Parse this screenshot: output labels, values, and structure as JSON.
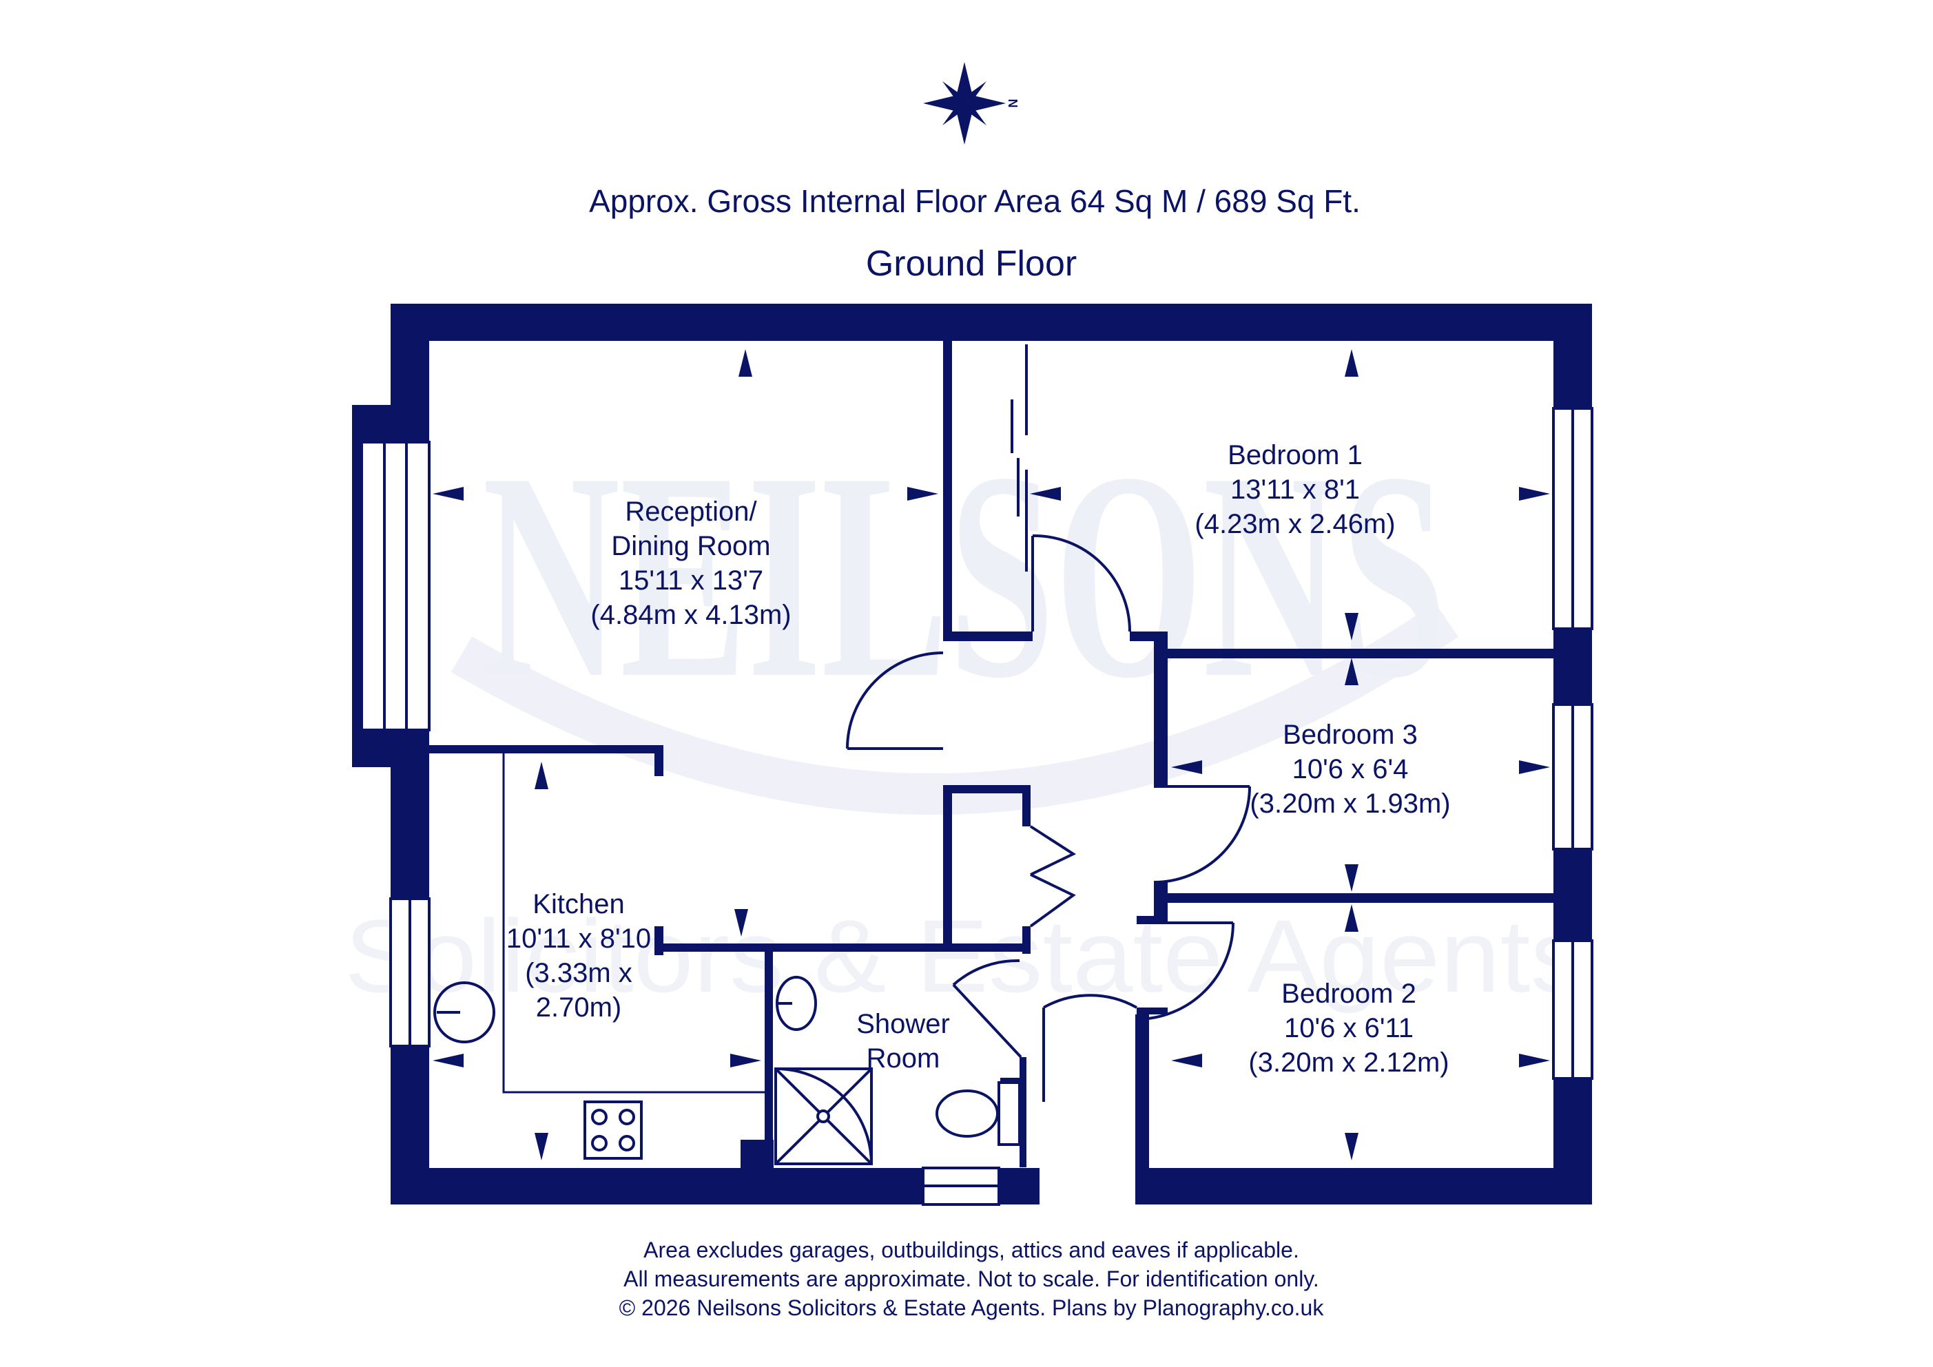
{
  "header": {
    "area_line": "Approx. Gross Internal Floor Area 64 Sq M / 689 Sq  Ft.",
    "floor_label": "Ground Floor",
    "compass_letter": "N"
  },
  "watermark": {
    "brand": "NEILSONS",
    "tagline": "Solicitors & Estate Agents"
  },
  "rooms": {
    "reception": {
      "name1": "Reception/",
      "name2": "Dining Room",
      "imperial": "15'11 x 13'7",
      "metric": "(4.84m x 4.13m)"
    },
    "bedroom1": {
      "name": "Bedroom 1",
      "imperial": "13'11 x 8'1",
      "metric": "(4.23m x 2.46m)"
    },
    "bedroom3": {
      "name": "Bedroom 3",
      "imperial": "10'6 x 6'4",
      "metric": "(3.20m x 1.93m)"
    },
    "bedroom2": {
      "name": "Bedroom 2",
      "imperial": "10'6 x 6'11",
      "metric": "(3.20m x 2.12m)"
    },
    "kitchen": {
      "name": "Kitchen",
      "imperial": "10'11 x 8'10",
      "metric1": "(3.33m x",
      "metric2": "2.70m)"
    },
    "shower": {
      "name1": "Shower",
      "name2": "Room"
    }
  },
  "footer": {
    "line1": "Area excludes garages, outbuildings, attics and eaves if applicable.",
    "line2": "All measurements are approximate. Not to scale. For identification only.",
    "line3": "© 2026 Neilsons Solicitors & Estate Agents. Plans by Planography.co.uk"
  },
  "colors": {
    "ink": "#0b1464",
    "watermark": "#eef0f7"
  },
  "icons": [
    "compass-icon",
    "hob-icon",
    "sink-icon",
    "toilet-icon",
    "shower-tray-icon",
    "washbasin-icon"
  ]
}
